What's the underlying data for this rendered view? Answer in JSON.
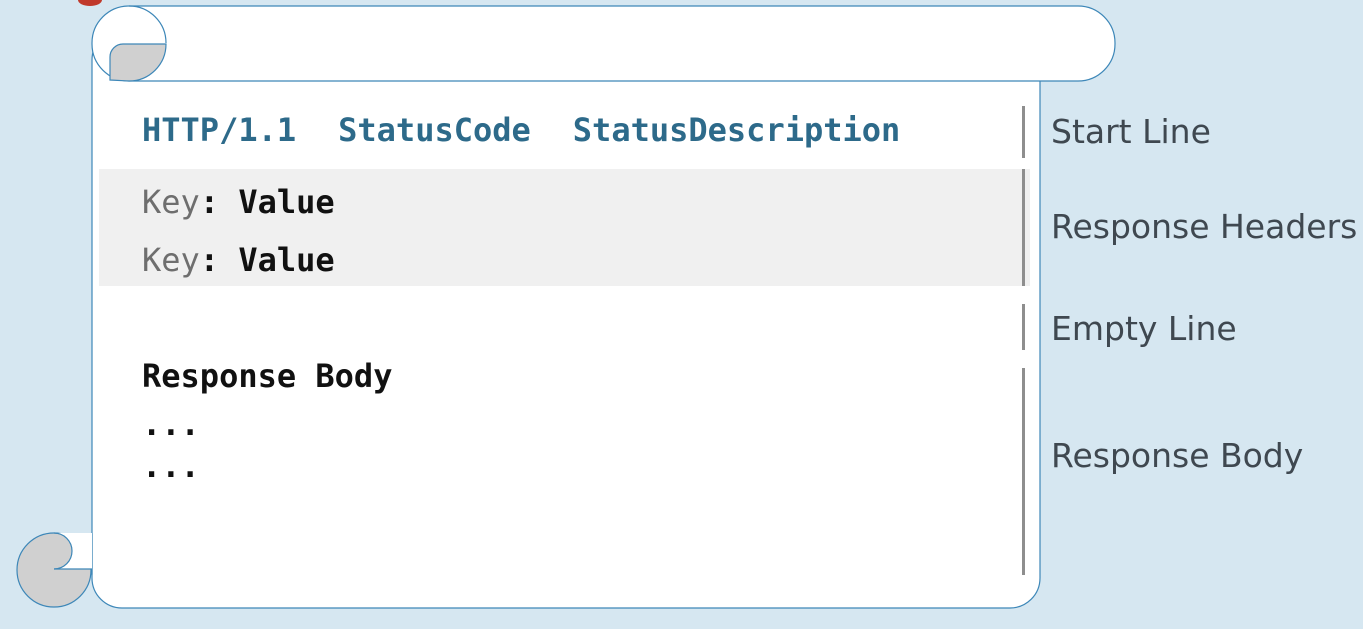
{
  "start_line": {
    "version": "HTTP/1.1",
    "status_code": "StatusCode",
    "status_description": "StatusDescription"
  },
  "headers": [
    {
      "key": "Key",
      "separator": ":",
      "value": "Value"
    },
    {
      "key": "Key",
      "separator": ":",
      "value": "Value"
    }
  ],
  "body": {
    "title": "Response Body",
    "lines": [
      "...",
      "..."
    ]
  },
  "labels": {
    "start_line": "Start Line",
    "response_headers": "Response Headers",
    "empty_line": "Empty Line",
    "response_body": "Response Body"
  },
  "colors": {
    "background": "#d6e7f1",
    "scroll_outline": "#3d87b8",
    "start_line_text": "#2d6a8a",
    "header_band": "#f0f0f0",
    "curl_fill": "#d0d0d0"
  }
}
